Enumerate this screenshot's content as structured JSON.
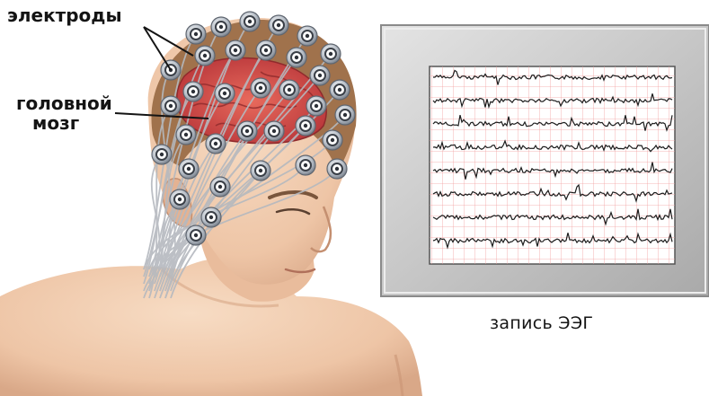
{
  "labels": {
    "electrodes": "электроды",
    "brain_line1": "головной",
    "brain_line2": "мозг",
    "eeg_record": "запись ЭЭГ"
  },
  "colors": {
    "monitor_frame": "#c9c9c9",
    "screen_bg": "#ffffff",
    "grid_line": "#f2a0a0",
    "trace": "#1c1c1c",
    "skin": "#f1cdb0",
    "brain": "#d2463f",
    "hair": "#a0724c",
    "electrode": "#9aa2ad",
    "wire": "#b5b9bf"
  },
  "eeg": {
    "channels": 8
  }
}
